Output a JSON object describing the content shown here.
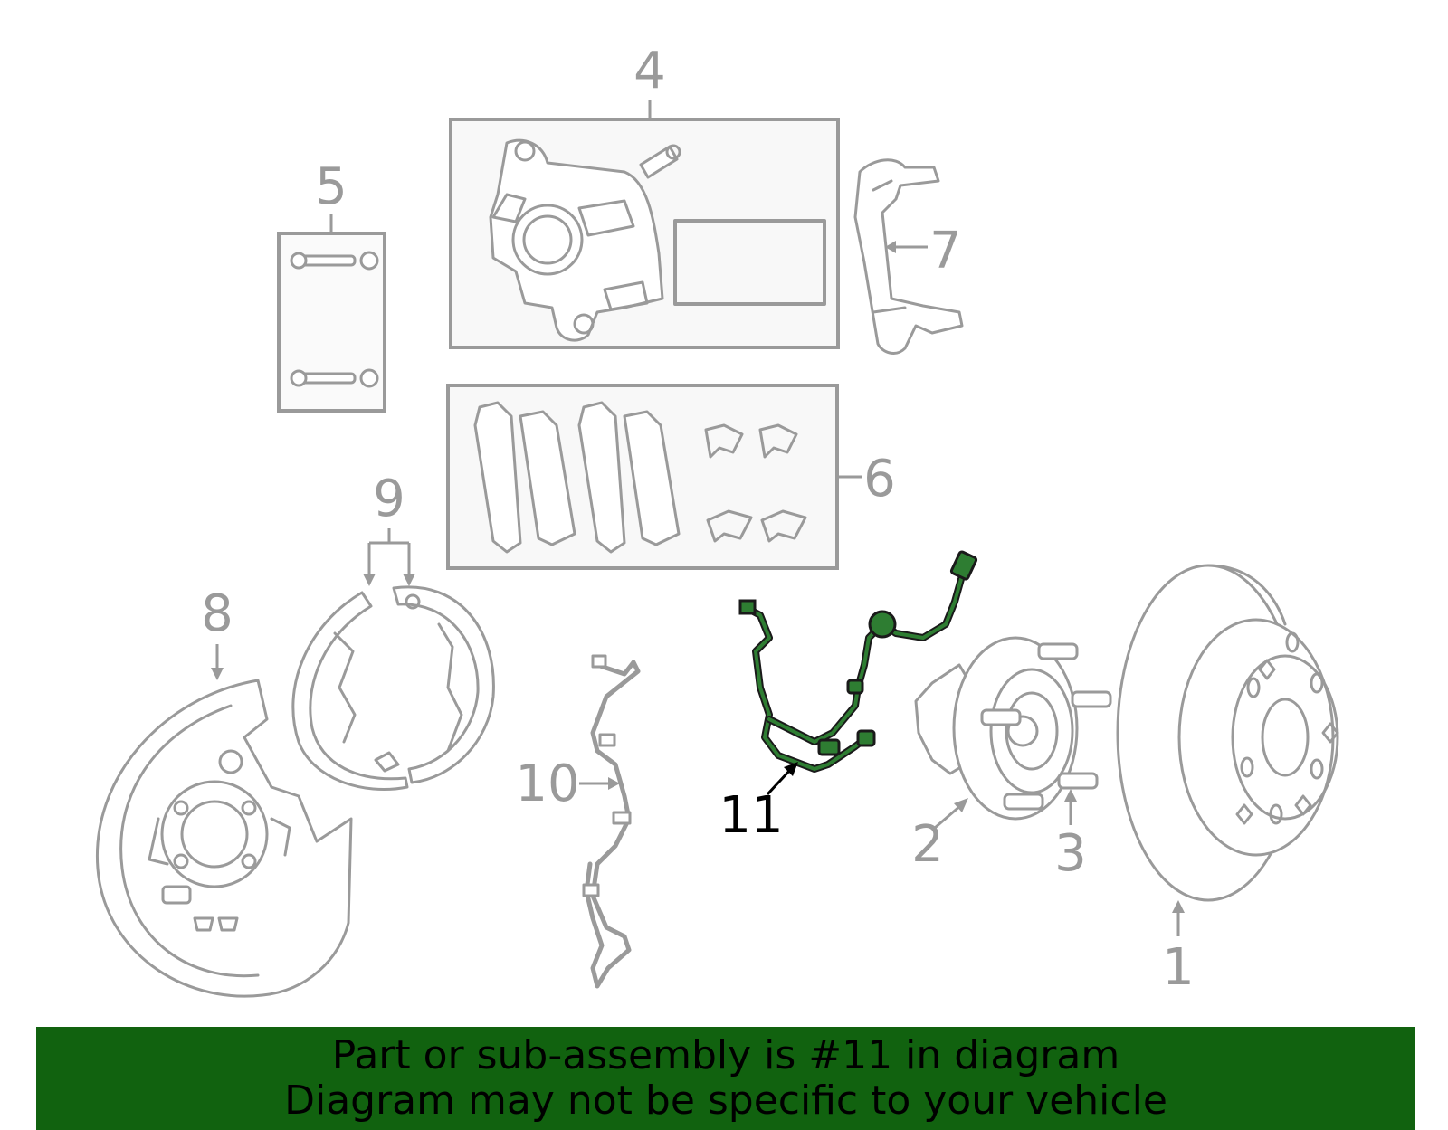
{
  "callouts": [
    {
      "id": "1",
      "label": "1",
      "highlighted": false
    },
    {
      "id": "2",
      "label": "2",
      "highlighted": false
    },
    {
      "id": "3",
      "label": "3",
      "highlighted": false
    },
    {
      "id": "4",
      "label": "4",
      "highlighted": false
    },
    {
      "id": "5",
      "label": "5",
      "highlighted": false
    },
    {
      "id": "6",
      "label": "6",
      "highlighted": false
    },
    {
      "id": "7",
      "label": "7",
      "highlighted": false
    },
    {
      "id": "8",
      "label": "8",
      "highlighted": false
    },
    {
      "id": "9",
      "label": "9",
      "highlighted": false
    },
    {
      "id": "10",
      "label": "10",
      "highlighted": false
    },
    {
      "id": "11",
      "label": "11",
      "highlighted": true
    }
  ],
  "colors": {
    "part_stroke": "#9a9a9a",
    "highlight_fill": "#2e7d32",
    "highlight_stroke": "#1a1a1a",
    "banner_bg": "#11620f",
    "banner_text": "#000000"
  },
  "banner": {
    "line1": "Part or sub-assembly is #11 in diagram",
    "line2": "Diagram may not be specific to your vehicle"
  }
}
